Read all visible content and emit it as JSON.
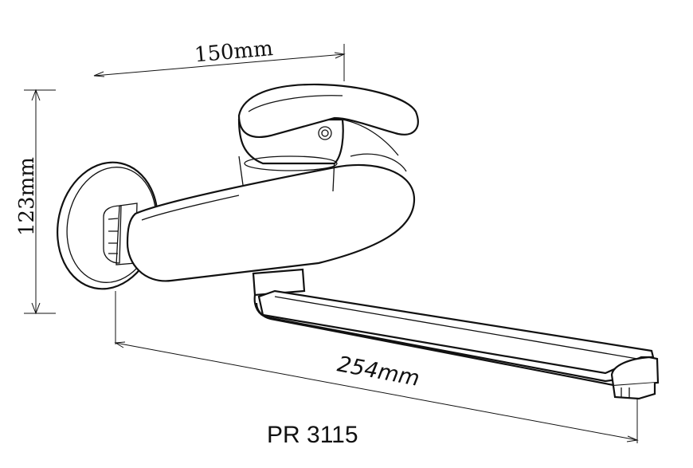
{
  "diagram": {
    "dim_top": "150mm",
    "dim_left": "123mm",
    "dim_bottom": "254mm",
    "model": "PR 3115"
  }
}
